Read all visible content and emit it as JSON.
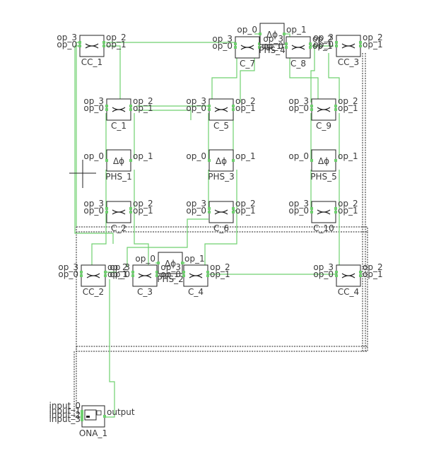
{
  "port_labels": {
    "p0": "op_0",
    "p1": "op_1",
    "p2": "op_2",
    "p3": "op_3",
    "in0": "input_0",
    "in1": "input_1",
    "in2": "input_2",
    "in3": "input_3",
    "out": "output"
  },
  "symbols": {
    "phase": "Δϕ"
  },
  "components": [
    {
      "id": "CC_1",
      "label": "CC_1",
      "kind": "coupler"
    },
    {
      "id": "C_7",
      "label": "C_7",
      "kind": "coupler"
    },
    {
      "id": "PHS_4",
      "label": "PHS_4",
      "kind": "phase"
    },
    {
      "id": "C_8",
      "label": "C_8",
      "kind": "coupler"
    },
    {
      "id": "CC_3",
      "label": "CC_3",
      "kind": "coupler"
    },
    {
      "id": "C_1",
      "label": "C_1",
      "kind": "coupler"
    },
    {
      "id": "C_5",
      "label": "C_5",
      "kind": "coupler"
    },
    {
      "id": "C_9",
      "label": "C_9",
      "kind": "coupler"
    },
    {
      "id": "PHS_1",
      "label": "PHS_1",
      "kind": "phase"
    },
    {
      "id": "PHS_3",
      "label": "PHS_3",
      "kind": "phase"
    },
    {
      "id": "PHS_5",
      "label": "PHS_5",
      "kind": "phase"
    },
    {
      "id": "C_2",
      "label": "C_2",
      "kind": "coupler"
    },
    {
      "id": "C_6",
      "label": "C_6",
      "kind": "coupler"
    },
    {
      "id": "C_10",
      "label": "C_10",
      "kind": "coupler"
    },
    {
      "id": "CC_2",
      "label": "CC_2",
      "kind": "coupler"
    },
    {
      "id": "C_3",
      "label": "C_3",
      "kind": "coupler"
    },
    {
      "id": "PHS_2",
      "label": "PHS_2",
      "kind": "phase"
    },
    {
      "id": "C_4",
      "label": "C_4",
      "kind": "coupler"
    },
    {
      "id": "CC_4",
      "label": "CC_4",
      "kind": "coupler"
    },
    {
      "id": "ONA_1",
      "label": "ONA_1",
      "kind": "analyzer"
    }
  ]
}
